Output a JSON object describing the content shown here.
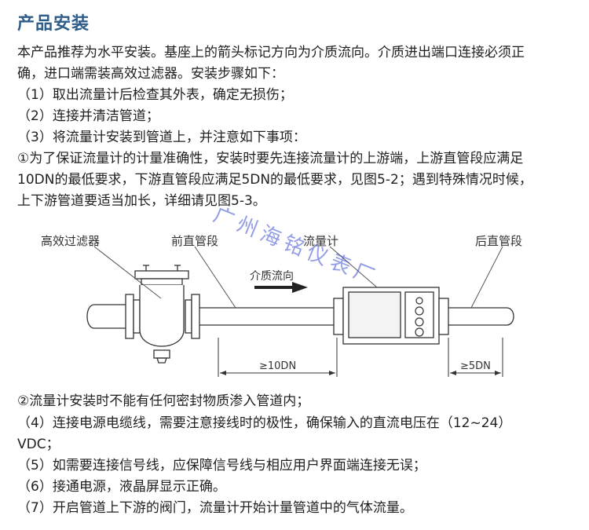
{
  "title": "产品安装",
  "intro_line1": "本产品推荐为水平安装。基座上的箭头标记方向为介质流向。介质进出端口连接必须正",
  "intro_line2": "确，进口端需装高效过滤器。安装步骤如下：",
  "step1": "（1）取出流量计后检查其外表，确定无损伤；",
  "step2": "（2）连接并清洁管道；",
  "step3": "（3）将流量计安装到管道上，并注意如下事项：",
  "note1_line1": "①为了保证流量计的计量准确性，安装时要先连接流量计的上游端，上游直管段应满足",
  "note1_line2": "10DN的最低要求，下游直管段应满足5DN的最低要求，见图5-2；遇到特殊情况时候，",
  "note1_line3": "上下游管道要适当加长，详细请见图5-3。",
  "diagram": {
    "label_filter": "高效过滤器",
    "label_front_pipe": "前直管段",
    "label_meter": "流量计",
    "label_rear_pipe": "后直管段",
    "label_flow": "介质流向",
    "dim_upstream": "≥10DN",
    "dim_downstream": "≥5DN",
    "watermark": "广州海铭仪表厂"
  },
  "note2": "②流量计安装时不能有任何密封物质渗入管道内；",
  "step4_line1": "（4）连接电源电缆线，需要注意接线时的极性，确保输入的直流电压在（12~24）",
  "step4_line2": "VDC；",
  "step5": "（5）如需要连接信号线，应保障信号线与相应用户界面端连接无误；",
  "step6": "（6）接通电源，液晶屏显示正确。",
  "step7": "（7）开启管道上下游的阀门，流量计开始计量管道中的气体流量。",
  "colors": {
    "title": "#2f5d8a",
    "watermark": "#3a4fd0",
    "line": "#333333"
  }
}
